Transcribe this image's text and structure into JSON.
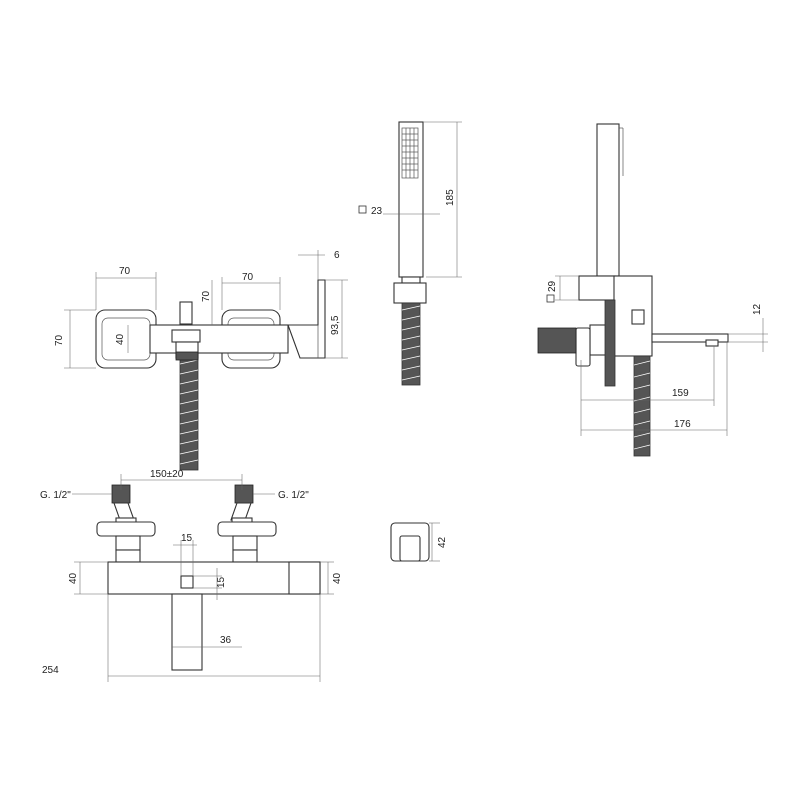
{
  "dimensions": {
    "front_width_left": "70",
    "front_width_right": "70",
    "front_height_left": "70",
    "inlet_inner": "40",
    "diverter_height": "70",
    "lever_offset": "6",
    "lever_height": "93,5",
    "hand_shower_length": "185",
    "hand_shower_square": "23",
    "side_square": "29",
    "spout_height": "12",
    "spout_159": "159",
    "spout_176": "176",
    "inlet_spacing": "150±20",
    "thread_left": "G. 1/2\"",
    "thread_right": "G. 1/2\"",
    "center_width_15": "15",
    "center_height_15": "15",
    "body_height_left": "40",
    "body_height_right": "40",
    "spout_width": "36",
    "total_width": "254",
    "holder_height": "42"
  }
}
